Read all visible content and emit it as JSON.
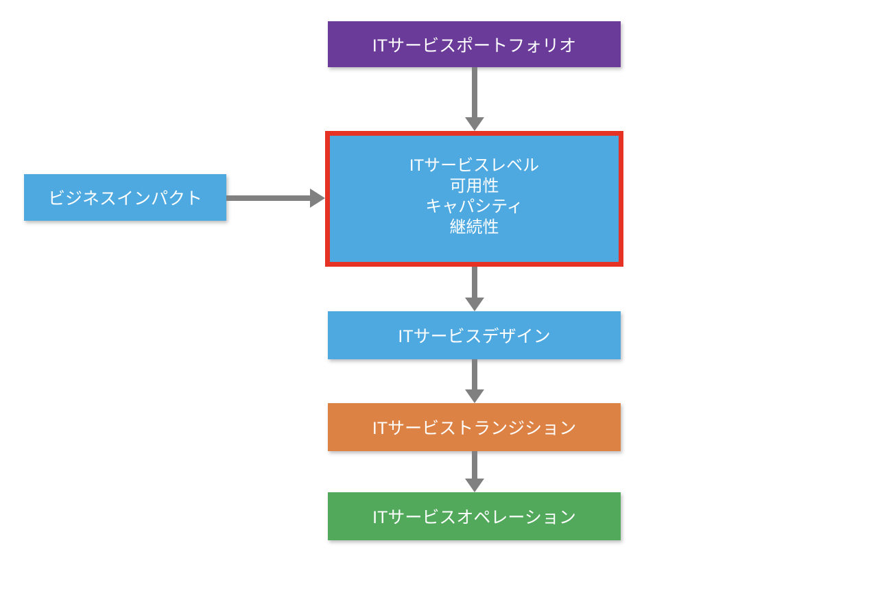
{
  "diagram": {
    "colors": {
      "purple": "#6A3B99",
      "blue": "#4DA9E0",
      "orange": "#DD8245",
      "green": "#52A95C",
      "highlight_red": "#E53224",
      "arrow_gray": "#808080",
      "text_white": "#FFFFFF"
    },
    "nodes": {
      "portfolio": {
        "label": "ITサービスポートフォリオ"
      },
      "slm": {
        "lines": [
          "ITサービスレベル",
          "可用性",
          "キャパシティ",
          "継続性"
        ]
      },
      "business_impact": {
        "label": "ビジネスインパクト"
      },
      "design": {
        "label": "ITサービスデザイン"
      },
      "transition": {
        "label": "ITサービストランジション"
      },
      "operation": {
        "label": "ITサービスオペレーション"
      }
    }
  }
}
